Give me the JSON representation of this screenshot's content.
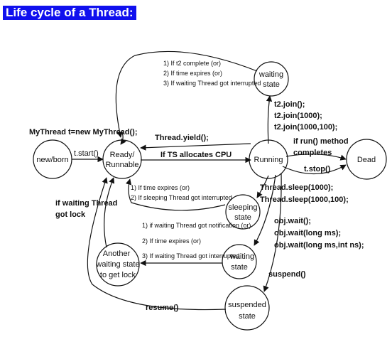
{
  "title": "Life cycle of a Thread:",
  "colors": {
    "title_bg": "#1010ee",
    "title_text": "#ffffff",
    "ink": "#111111"
  },
  "states": {
    "new": [
      "new/born"
    ],
    "ready": [
      "Ready/",
      "Runnable"
    ],
    "running": [
      "Running"
    ],
    "dead": [
      "Dead"
    ],
    "waiting_top": [
      "waiting",
      "state"
    ],
    "sleeping": [
      "sleeping",
      "state"
    ],
    "waiting_mid": [
      "waiting",
      "state"
    ],
    "another": [
      "Another",
      "waiting state",
      "to get lock"
    ],
    "suspended": [
      "suspended",
      "state"
    ]
  },
  "labels": {
    "decl": "MyThread t=new MyThread();",
    "start": "t.start()",
    "yield": "Thread.yield();",
    "ts_alloc": "If TS allocates CPU",
    "run_done": [
      "if run() method",
      "completes"
    ],
    "stop": "t.stop()",
    "joins": [
      "t2.join();",
      "t2.join(1000);",
      "t2.join(1000,100);"
    ],
    "join_back": [
      "1) If t2 complete (or)",
      "2) If time expires  (or)",
      "3) If waiting Thread got interrupted"
    ],
    "sleeps": [
      "Thread.sleep(1000);",
      "Thread.sleep(1000,100);"
    ],
    "sleep_back": [
      "1) If time expires  (or)",
      "2) If sleeping Thread got interrupted"
    ],
    "waits": [
      "obj.wait();",
      "obj.wait(long ms);",
      "obj.wait(long ms,int ns);"
    ],
    "wait_back": [
      "1) if waiting Thread got notification  (or)",
      "2) If time expires  (or)",
      "3) If waiting Thread got interrupted"
    ],
    "lock": [
      "if waiting Thread",
      "got lock"
    ],
    "suspend": "suspend()",
    "resume": "resume()"
  }
}
